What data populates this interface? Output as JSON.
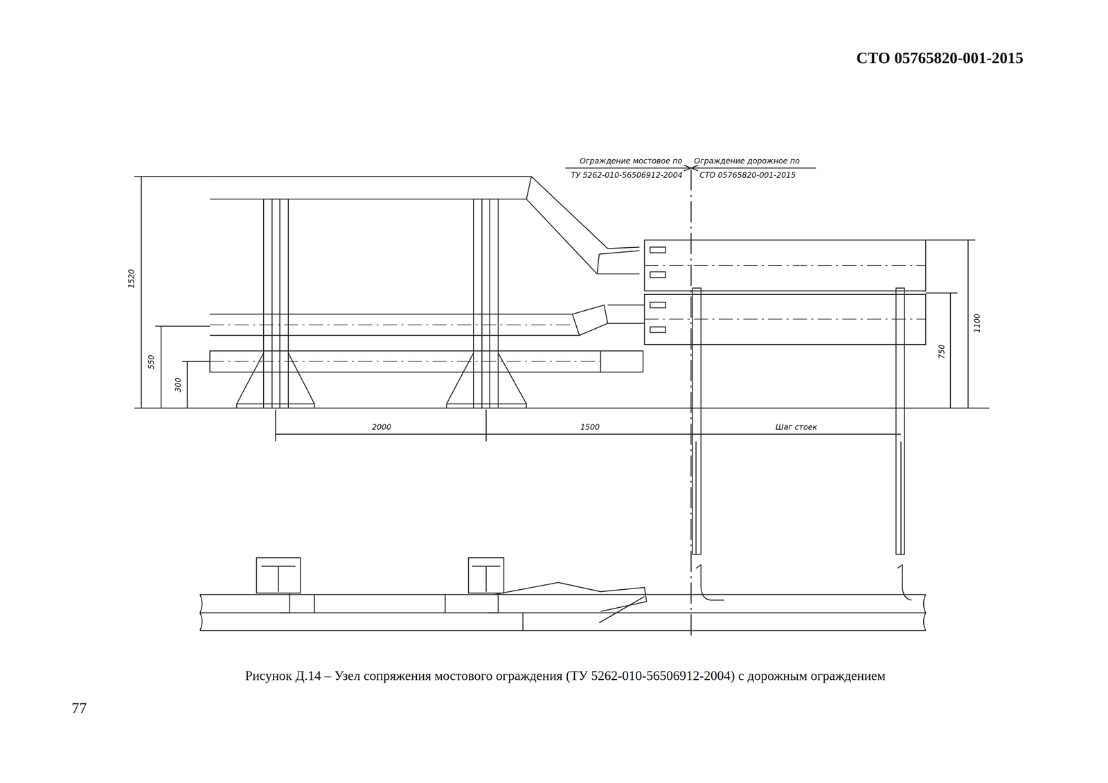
{
  "diagram": {
    "caption": "Рисунок Д.14 – Узел сопряжения мостового ограждения (ТУ 5262-010-56506912-2004) с дорожным ограждением",
    "labels": [
      "СТО 05765820-001-2015",
      "Ограждение мостовое по",
      "ТУ 5262-010-56506912-2004",
      "Ограждение дорожное по",
      "СТО 05765820-001-2015",
      "1520",
      "550",
      "300",
      "2000",
      "1500",
      "Шаг стоек",
      "1100",
      "750",
      "77"
    ]
  }
}
